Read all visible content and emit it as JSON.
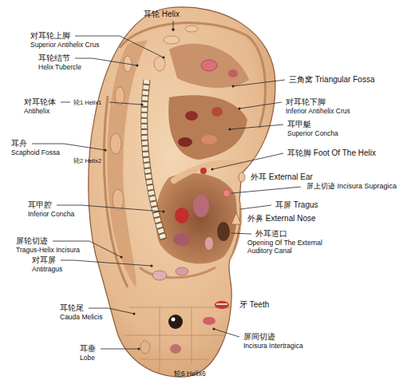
{
  "diagram": {
    "labels": [
      "耳轮 Helix",
      "对耳轮上脚",
      "Superior Antihelix Crus",
      "耳轮结节",
      "Helix Tubercle",
      "三角窝 Triangular Fossa",
      "对耳轮体",
      "Antihelix",
      "轮1 Helix1",
      "对耳轮下脚",
      "Inferior Antihelix Crus",
      "耳甲艇",
      "Superior Concha",
      "耳舟",
      "Scaphoid Fossa",
      "轮2 Helix2",
      "耳轮脚 Foot Of The Helix",
      "外耳 External Ear",
      "屏上切迹 Incisura Supragica",
      "耳甲腔",
      "Inferior Concha",
      "耳屏 Tragus",
      "外鼻 External Nose",
      "外耳道口",
      "Opening Of The External Auditory Canal",
      "屏轮切迹",
      "Tragus-Helix Incisura",
      "对耳屏",
      "Antitragus",
      "牙 Teeth",
      "耳轮尾",
      "Cauda Melicis",
      "屏间切迹",
      "Incisura Intertragica",
      "耳垂",
      "Lobe",
      "轮6 Helix6"
    ]
  }
}
